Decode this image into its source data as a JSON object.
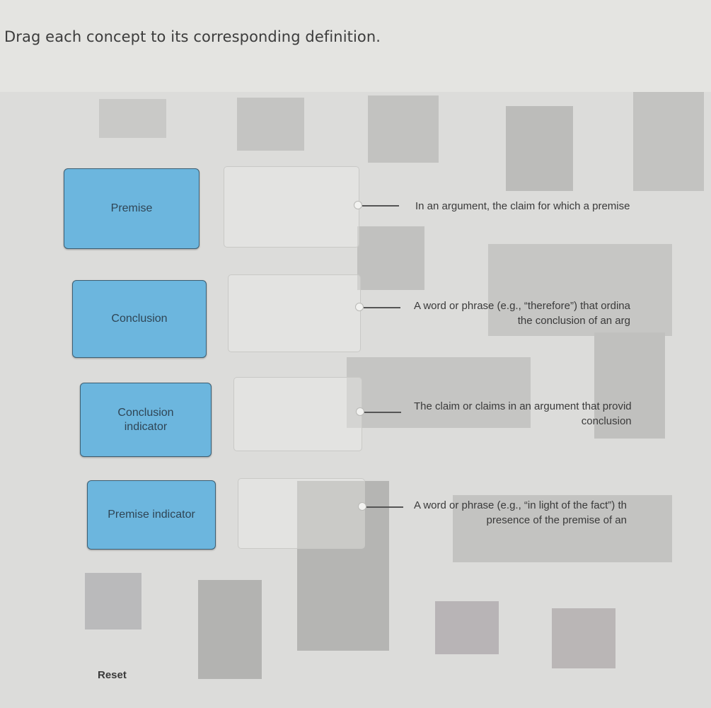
{
  "instructions": "Drag each concept to its corresponding definition.",
  "concepts": [
    {
      "label": "Premise"
    },
    {
      "label": "Conclusion"
    },
    {
      "label": "Conclusion indicator",
      "line1": "Conclusion",
      "line2": "indicator"
    },
    {
      "label": "Premise indicator"
    }
  ],
  "definitions": [
    {
      "line1": "In an argument, the claim for which a premise",
      "line2": ""
    },
    {
      "line1": "A word or phrase (e.g., “therefore”) that ordina",
      "line2": "the conclusion of an arg"
    },
    {
      "line1": "The claim or claims in an argument that provid",
      "line2": "conclusion"
    },
    {
      "line1": "A word or phrase (e.g., “in light of the fact”) th",
      "line2": "presence of the premise of an"
    }
  ],
  "reset_label": "Reset",
  "colors": {
    "card_fill": "#6cb6de",
    "card_border": "#3d5f73",
    "background": "#dcdcda"
  }
}
